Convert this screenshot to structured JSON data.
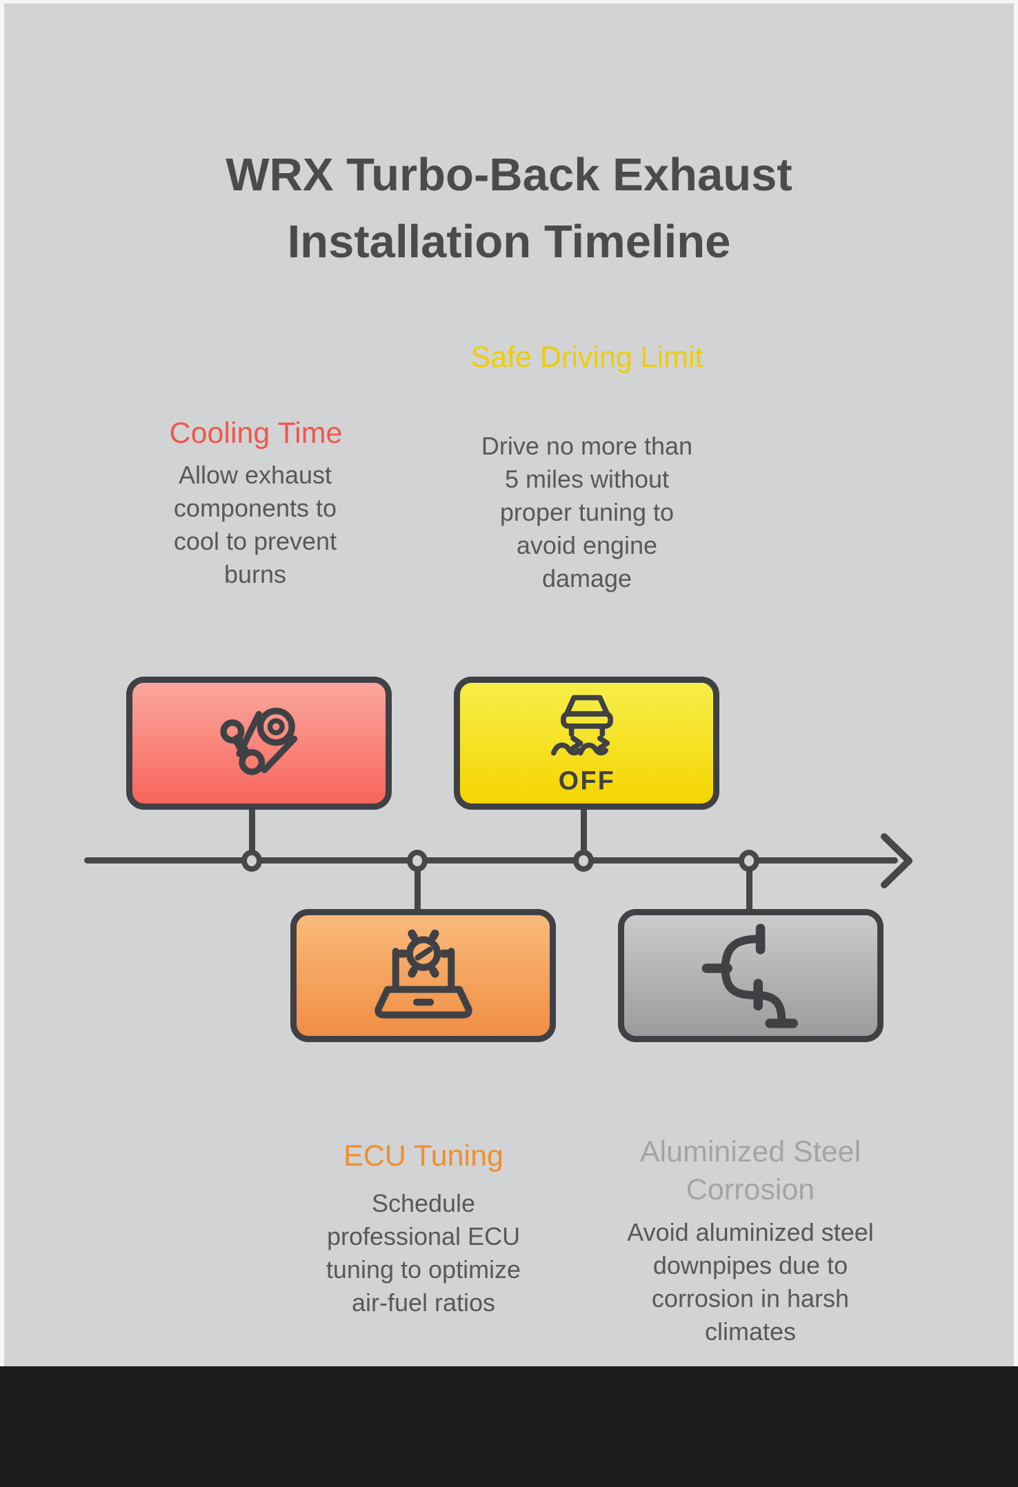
{
  "title": {
    "line1": "WRX Turbo-Back Exhaust",
    "line2": "Installation Timeline"
  },
  "milestones": [
    {
      "id": "cooling-time",
      "heading": "Cooling Time",
      "body": "Allow exhaust components to cool to prevent burns",
      "accent": "#f0574e",
      "card_top": "#fba79e",
      "card_bottom": "#f8655b",
      "icon": "belt-pulley-icon",
      "position": "above-timeline"
    },
    {
      "id": "safe-driving-limit",
      "heading": "Safe Driving Limit",
      "body": "Drive no more than 5 miles without proper tuning to avoid engine damage",
      "accent": "#edce05",
      "card_top": "#f7ee49",
      "card_bottom": "#f5d502",
      "icon": "traction-control-off-icon",
      "icon_label": "OFF",
      "position": "above-timeline"
    },
    {
      "id": "ecu-tuning",
      "heading": "ECU Tuning",
      "body": "Schedule professional ECU tuning to optimize air-fuel ratios",
      "accent": "#ee8f2e",
      "card_top": "#faba7b",
      "card_bottom": "#f08e44",
      "icon": "laptop-tuning-icon",
      "position": "below-timeline"
    },
    {
      "id": "aluminized-steel-corrosion",
      "heading": "Aluminized Steel Corrosion",
      "body": "Avoid aluminized steel downpipes due to corrosion in harsh climates",
      "accent": "#a3a4a6",
      "card_top": "#cbcbcc",
      "card_bottom": "#9b9c9d",
      "icon": "exhaust-pipes-icon",
      "position": "below-timeline"
    }
  ],
  "colors": {
    "page_frame": "#f5f7f7",
    "background": "#d2d3d4",
    "title_text": "#4a4b4d",
    "body_text": "#57585b",
    "outline": "#3f4145",
    "timeline": "#464749",
    "footer": "#1a1b1c"
  }
}
